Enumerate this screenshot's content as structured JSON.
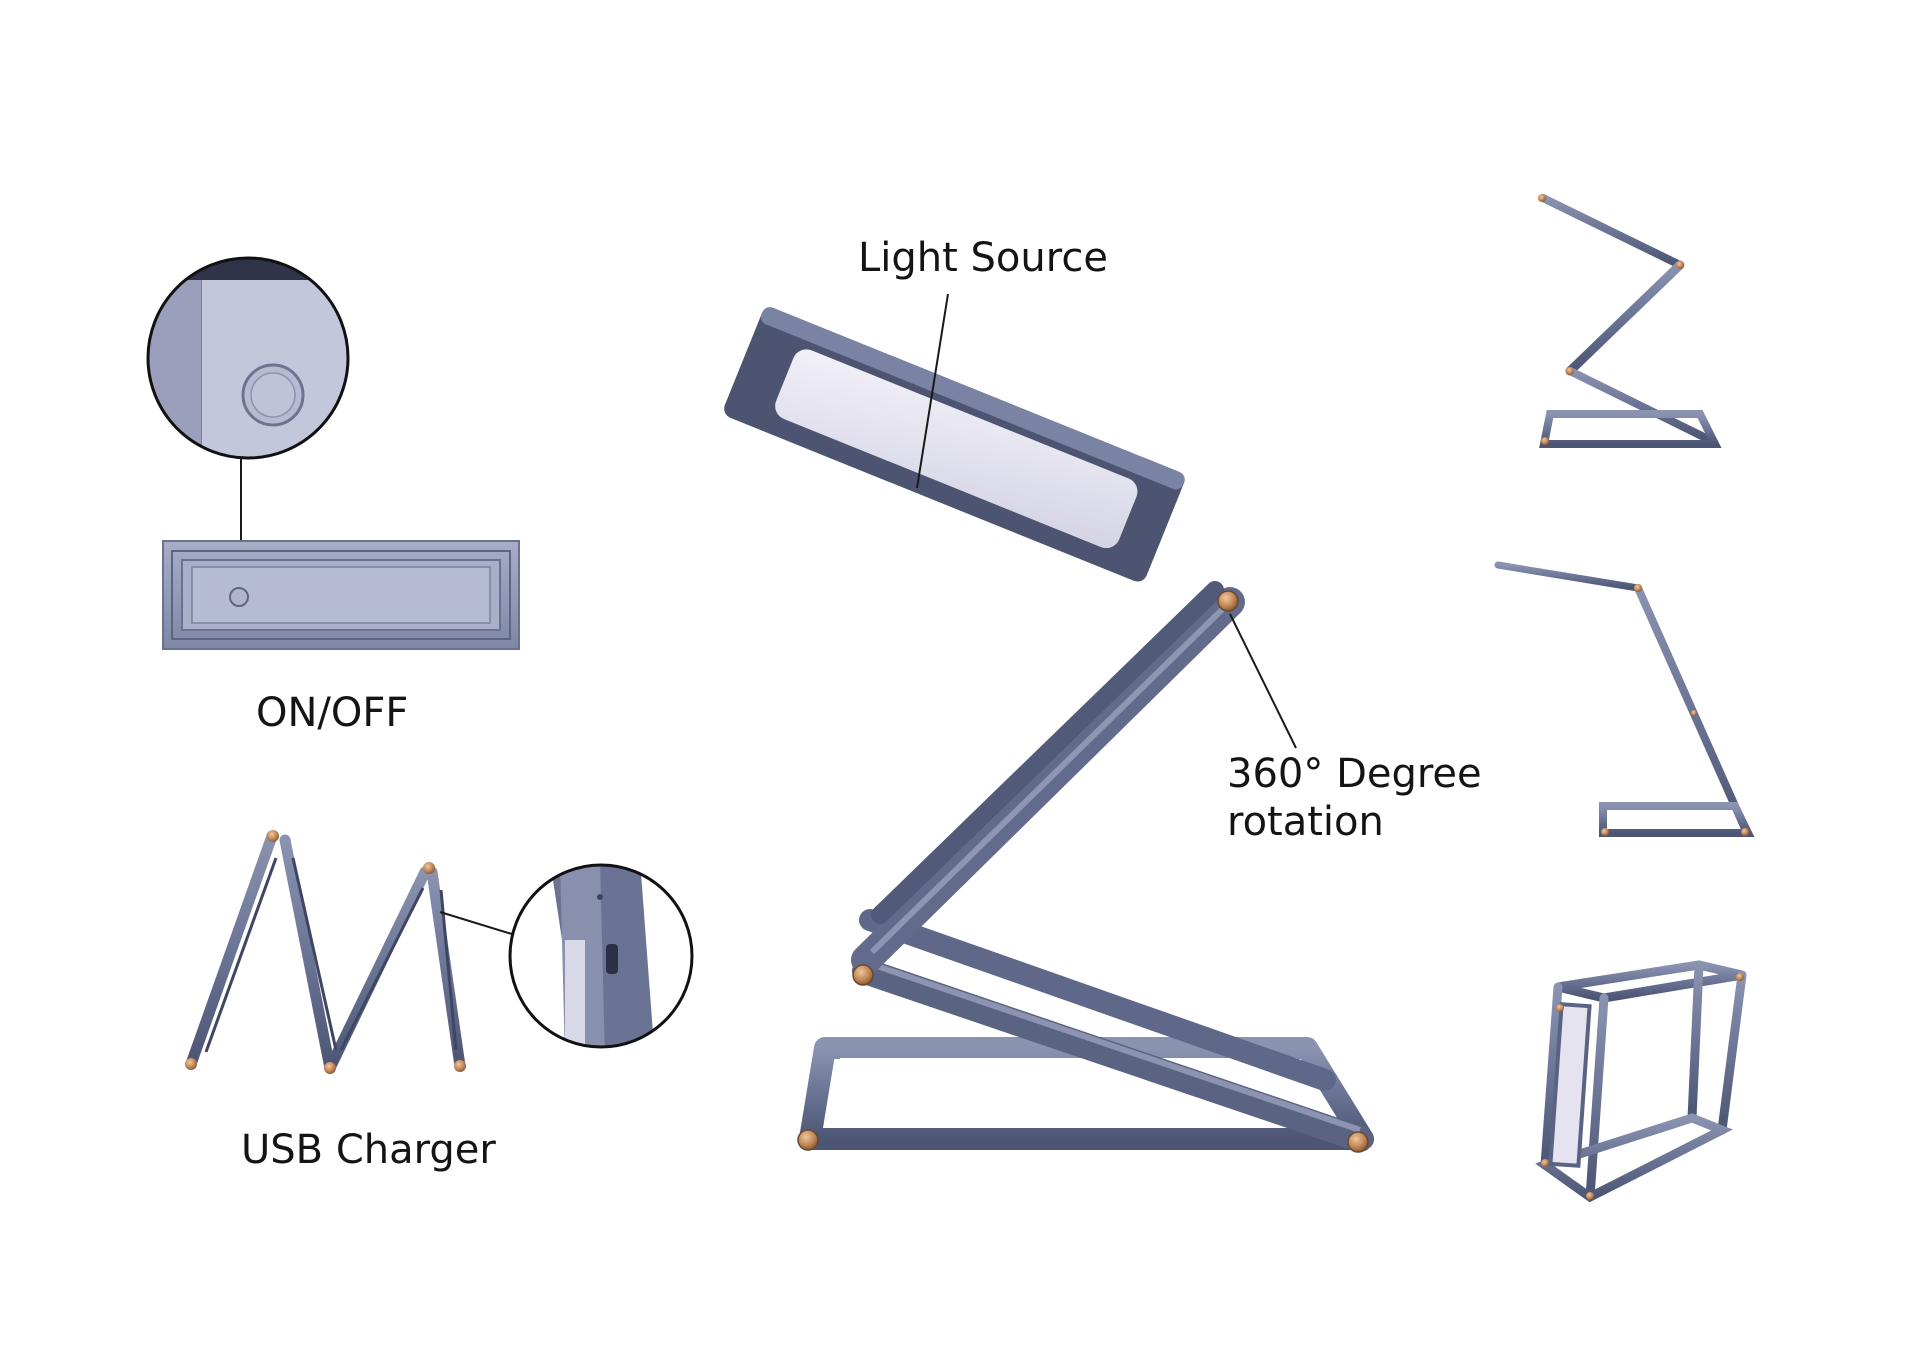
{
  "labels": {
    "light_source": "Light Source",
    "on_off": "ON/OFF",
    "rotation_line1": "360° Degree",
    "rotation_line2": "rotation",
    "usb_charger": "USB Charger"
  },
  "colors": {
    "background": "#ffffff",
    "frame": "#5c6686",
    "frame_dark": "#434b68",
    "frame_light": "#8890ad",
    "panel": "#e4e3ef",
    "pivot": "#c99366",
    "leader_line": "#1a1a1a",
    "text": "#141414"
  }
}
